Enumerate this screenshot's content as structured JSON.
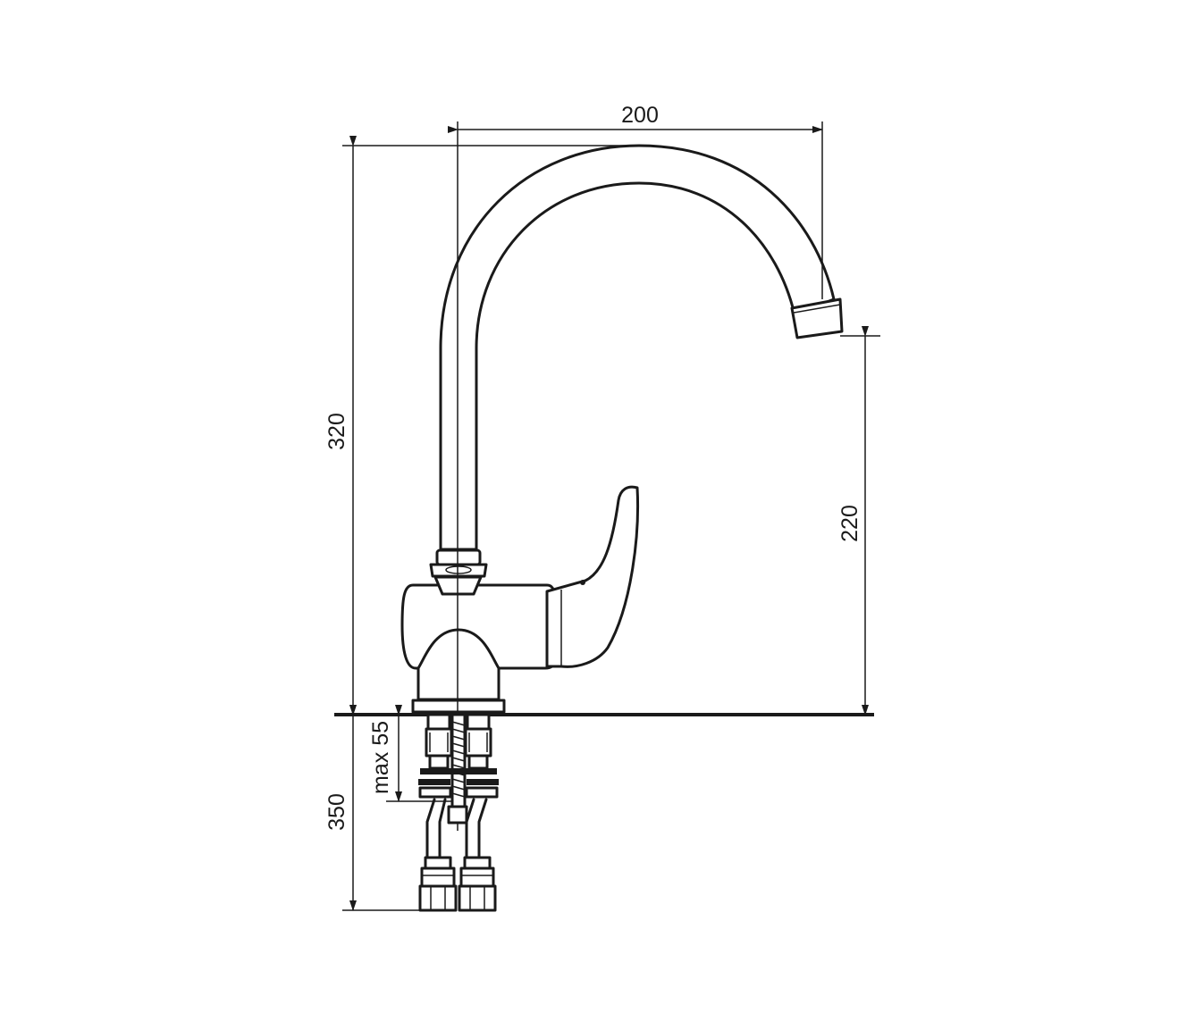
{
  "dimensions": {
    "spout_reach": "200",
    "total_height": "320",
    "spout_height": "220",
    "max_counter_thickness": "max 55",
    "hose_length": "350"
  },
  "colors": {
    "line": "#1a1a1a",
    "background": "#ffffff"
  }
}
